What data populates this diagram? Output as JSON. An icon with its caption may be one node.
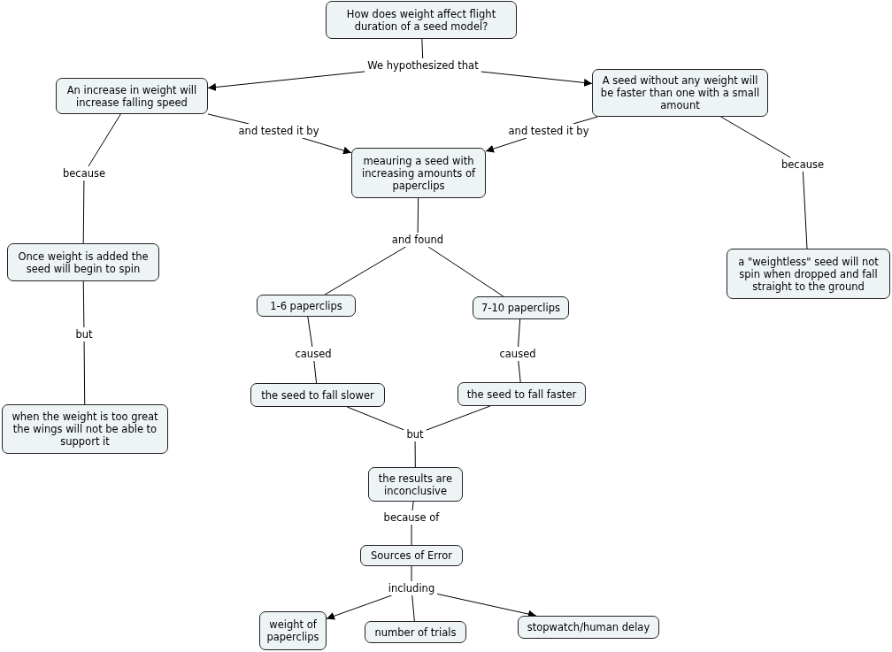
{
  "diagram": {
    "nodes": [
      {
        "text": [
          "How does weight affect flight duration of a seed model?"
        ]
      },
      {
        "text": [
          "We hypothesized that"
        ]
      },
      {
        "text": [
          "An increase in weight will increase falling speed"
        ]
      },
      {
        "text": [
          "A seed without any weight will be faster than one with a small amount"
        ]
      },
      {
        "text": [
          "and tested it by"
        ]
      },
      {
        "text": [
          "and tested it by"
        ]
      },
      {
        "text": [
          "meauring a seed with increasing amounts of paperclips"
        ]
      },
      {
        "text": [
          "because"
        ]
      },
      {
        "text": [
          "because"
        ]
      },
      {
        "text": [
          "Once weight is added the seed will begin to spin"
        ]
      },
      {
        "text": [
          "and found"
        ]
      },
      {
        "text": [
          "a \"weightless\" seed will not spin when dropped and fall straight to the ground"
        ]
      },
      {
        "text": [
          "1-6 paperclips"
        ]
      },
      {
        "text": [
          "7-10 paperclips"
        ]
      },
      {
        "text": [
          "but"
        ]
      },
      {
        "text": [
          "caused"
        ]
      },
      {
        "text": [
          "caused"
        ]
      },
      {
        "text": [
          "the seed to fall slower"
        ]
      },
      {
        "text": [
          "the seed to fall faster"
        ]
      },
      {
        "text": [
          "when the weight is too great the wings will not be able to support it"
        ]
      },
      {
        "text": [
          "but"
        ]
      },
      {
        "text": [
          "the results are inconclusive"
        ]
      },
      {
        "text": [
          "because of"
        ]
      },
      {
        "text": [
          "Sources of Error"
        ]
      },
      {
        "text": [
          "including"
        ]
      },
      {
        "text": [
          "weight of paperclips"
        ]
      },
      {
        "text": [
          "number of trials"
        ]
      },
      {
        "text": [
          "stopwatch/human delay"
        ]
      }
    ],
    "edges": [
      {
        "from": 0,
        "to": 1,
        "arrow": "none"
      },
      {
        "from": 1,
        "to": 2,
        "arrow": "to"
      },
      {
        "from": 1,
        "to": 3,
        "arrow": "to"
      },
      {
        "from": 2,
        "to": 4,
        "arrow": "none"
      },
      {
        "from": 4,
        "to": 6,
        "arrow": "to"
      },
      {
        "from": 3,
        "to": 5,
        "arrow": "none"
      },
      {
        "from": 5,
        "to": 6,
        "arrow": "to"
      },
      {
        "from": 2,
        "to": 7,
        "arrow": "none"
      },
      {
        "from": 7,
        "to": 9,
        "arrow": "none"
      },
      {
        "from": 3,
        "to": 8,
        "arrow": "none"
      },
      {
        "from": 8,
        "to": 11,
        "arrow": "none"
      },
      {
        "from": 6,
        "to": 10,
        "arrow": "none"
      },
      {
        "from": 10,
        "to": 12,
        "arrow": "none"
      },
      {
        "from": 10,
        "to": 13,
        "arrow": "none"
      },
      {
        "from": 9,
        "to": 14,
        "arrow": "none"
      },
      {
        "from": 14,
        "to": 19,
        "arrow": "none"
      },
      {
        "from": 12,
        "to": 15,
        "arrow": "none"
      },
      {
        "from": 15,
        "to": 17,
        "arrow": "none"
      },
      {
        "from": 13,
        "to": 16,
        "arrow": "none"
      },
      {
        "from": 16,
        "to": 18,
        "arrow": "none"
      },
      {
        "from": 17,
        "to": 20,
        "arrow": "none"
      },
      {
        "from": 18,
        "to": 20,
        "arrow": "none"
      },
      {
        "from": 20,
        "to": 21,
        "arrow": "none"
      },
      {
        "from": 21,
        "to": 22,
        "arrow": "none"
      },
      {
        "from": 22,
        "to": 23,
        "arrow": "none"
      },
      {
        "from": 23,
        "to": 24,
        "arrow": "none"
      },
      {
        "from": 24,
        "to": 25,
        "arrow": "to"
      },
      {
        "from": 24,
        "to": 26,
        "arrow": "none"
      },
      {
        "from": 24,
        "to": 27,
        "arrow": "to"
      }
    ]
  }
}
